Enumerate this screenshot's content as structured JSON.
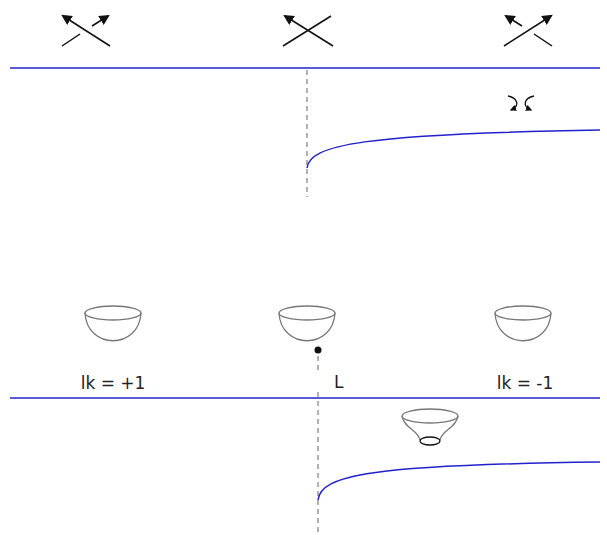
{
  "diagram": {
    "labels": [
      "lk = +1",
      "L",
      "lk = -1"
    ]
  }
}
